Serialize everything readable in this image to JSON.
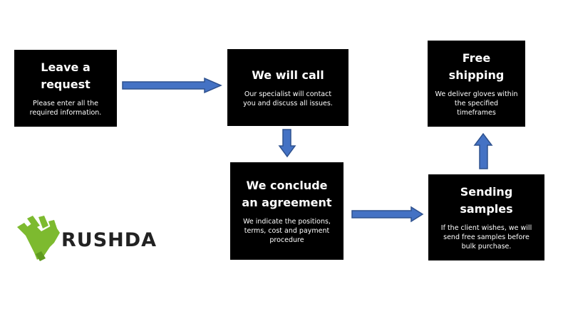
{
  "steps": [
    {
      "title": "Leave a request",
      "desc": "Please enter all the required information."
    },
    {
      "title": "We will call",
      "desc": "Our specialist will contact you and discuss all issues."
    },
    {
      "title": "We conclude an agreement",
      "desc": "We indicate the positions, terms, cost and payment procedure"
    },
    {
      "title": "Sending samples",
      "desc": "If the client wishes, we will send free samples before bulk purchase."
    },
    {
      "title": "Free shipping",
      "desc": "We deliver gloves within the specified timeframes"
    }
  ],
  "logo": {
    "text": "RUSHDA",
    "icon": "glove-icon"
  },
  "colors": {
    "box": "#000000",
    "arrow": "#4472C4",
    "arrow_border": "#2F528F",
    "logo_green": "#7DBA2F"
  }
}
